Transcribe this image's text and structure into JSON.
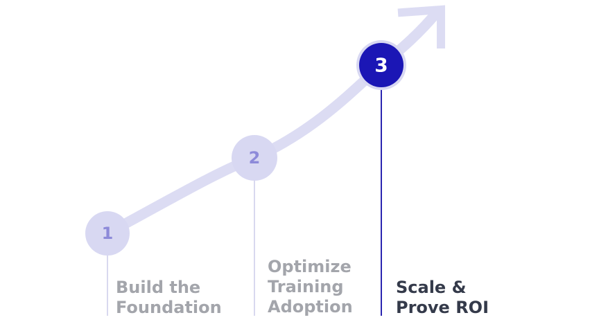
{
  "colors": {
    "path": "#dcdcf3",
    "inactive_circle": "#d8d8f2",
    "inactive_number": "#8d8ad9",
    "inactive_line": "#d8d8ef",
    "active_circle": "#1b16b5",
    "active_ring": "#d8d8f2",
    "active_number": "#ffffff",
    "active_line": "#2a25b0",
    "muted_text": "#a3a5ab",
    "active_text": "#343a4a"
  },
  "arrow_icon": "arrow-up-right-icon",
  "steps": [
    {
      "number": "1",
      "label_lines": [
        "Build the",
        "Foundation"
      ],
      "active": false
    },
    {
      "number": "2",
      "label_lines": [
        "Optimize",
        "Training",
        "Adoption"
      ],
      "active": false
    },
    {
      "number": "3",
      "label_lines": [
        "Scale &",
        "Prove ROI"
      ],
      "active": true
    }
  ]
}
